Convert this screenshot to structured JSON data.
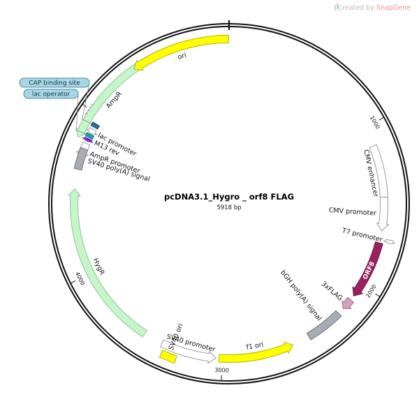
{
  "credit": {
    "prefix": "Created by ",
    "brand": "SnapGene"
  },
  "plasmid": {
    "name": "pcDNA3.1_Hygro _ orf8 FLAG",
    "size_label": "5918 bp",
    "length": 5918
  },
  "ticks": [
    {
      "pos": 1000,
      "label": "1000"
    },
    {
      "pos": 2000,
      "label": "2000"
    },
    {
      "pos": 3000,
      "label": "3000"
    },
    {
      "pos": 4000,
      "label": "4000"
    },
    {
      "pos": 5000,
      "label": "5000"
    }
  ],
  "features": [
    {
      "id": "ampr",
      "label": "AmpR",
      "start": 5430,
      "end": 4830,
      "dir": -1,
      "track": 1,
      "color": "#c5f5c8",
      "stroke": "#8bc493"
    },
    {
      "id": "ampr-promoter",
      "label": "AmpR promoter",
      "start": 4815,
      "end": 4710,
      "dir": -1,
      "track": 0,
      "color": "#ffffff",
      "stroke": "#9a9a9a"
    },
    {
      "id": "ori",
      "label": "ori",
      "start": 5915,
      "end": 5340,
      "dir": -1,
      "track": 1,
      "color": "#ffff00",
      "stroke": "#b3b300"
    },
    {
      "id": "cmv-enhancer",
      "label": "CMV enhancer",
      "start": 1120,
      "end": 1440,
      "dir": 0,
      "track": 0,
      "color": "#ffffff",
      "stroke": "#9a9a9a"
    },
    {
      "id": "cmv-promoter",
      "label": "CMV promoter",
      "start": 1440,
      "end": 1645,
      "dir": 1,
      "track": 0,
      "color": "#ffffff",
      "stroke": "#9a9a9a"
    },
    {
      "id": "t7-promoter",
      "label": "T7 promoter",
      "start": 1690,
      "end": 1710,
      "dir": 1,
      "track": 1,
      "color": "#ffffff",
      "stroke": "#9a9a9a"
    },
    {
      "id": "orf8",
      "label": "ORF8",
      "start": 1720,
      "end": 2080,
      "dir": 1,
      "track": 0,
      "color": "#9a2060",
      "stroke": "#6e1543"
    },
    {
      "id": "3xflag",
      "label": "3xFLAG",
      "start": 2110,
      "end": 2180,
      "dir": 1,
      "track": 0,
      "color": "#d8a0c0",
      "stroke": "#9c6683"
    },
    {
      "id": "bgh-polya",
      "label": "bGH poly(A) signal",
      "start": 2220,
      "end": 2450,
      "dir": 0,
      "track": 0,
      "color": "#a8adb5",
      "stroke": "#6f747c"
    },
    {
      "id": "f1-ori",
      "label": "f1 ori",
      "start": 2560,
      "end": 3020,
      "dir": -1,
      "track": 0,
      "color": "#ffff00",
      "stroke": "#b3b300"
    },
    {
      "id": "sv40-promoter",
      "label": "SV40 promoter",
      "start": 3040,
      "end": 3380,
      "dir": -1,
      "track": 0,
      "color": "#ffffff",
      "stroke": "#9a9a9a"
    },
    {
      "id": "sv40-ori",
      "label": "SV40 ori",
      "start": 3270,
      "end": 3360,
      "dir": 0,
      "track": 1,
      "color": "#ffff00",
      "stroke": "#b3b300"
    },
    {
      "id": "hygr",
      "label": "HygR",
      "start": 3500,
      "end": 4530,
      "dir": 1,
      "track": 0,
      "color": "#c5f5c8",
      "stroke": "#8bc493"
    },
    {
      "id": "sv40-polya",
      "label": "SV40 poly(A) signal",
      "start": 4650,
      "end": 4780,
      "dir": 0,
      "track": 0,
      "color": "#a8adb5",
      "stroke": "#6f747c"
    },
    {
      "id": "m13-rev",
      "label": "M13 rev",
      "start": 4830,
      "end": 4847,
      "dir": -1,
      "track": 0,
      "color": "#8a2be2",
      "stroke": "#5a1c96"
    },
    {
      "id": "lac-operator",
      "label": "lac operator",
      "start": 4855,
      "end": 4876,
      "dir": 0,
      "track": 0,
      "color": "#1ea6a6",
      "stroke": "#137070"
    },
    {
      "id": "lac-promoter",
      "label": "lac promoter",
      "start": 4880,
      "end": 4910,
      "dir": -1,
      "track": 0,
      "color": "#ffffff",
      "stroke": "#9a9a9a"
    },
    {
      "id": "cap-site",
      "label": "CAP binding site",
      "start": 4925,
      "end": 4948,
      "dir": 0,
      "track": 0,
      "color": "#2d6f9b",
      "stroke": "#1c4a68"
    }
  ],
  "callouts": [
    {
      "id": "cap-site",
      "label": "CAP binding site"
    },
    {
      "id": "lac-operator",
      "label": "lac operator"
    }
  ]
}
